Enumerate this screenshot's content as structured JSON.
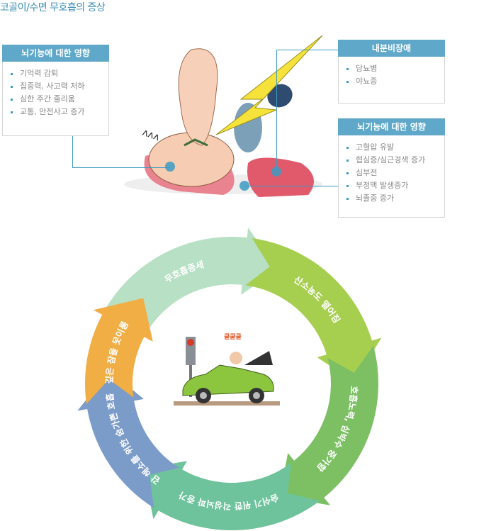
{
  "title": "코골이/수면 무호흡의 증상",
  "boxes": {
    "brain": {
      "header": "뇌기능에 대한 영향",
      "items": [
        "기억력 감퇴",
        "집중력, 사고력 저하",
        "심한 주간 졸리움",
        "교통, 안전사고 증가"
      ]
    },
    "endocrine": {
      "header": "내분비장애",
      "items": [
        "당뇨병",
        "야뇨증"
      ]
    },
    "cardio": {
      "header": "뇌기능에 대한 영향",
      "items": [
        "고혈압 유발",
        "협심증/심근경색 증가",
        "심부전",
        "부정맥 발생증가",
        "뇌졸중 증가"
      ]
    }
  },
  "cycle": {
    "steps": [
      {
        "label": "무호흡증세",
        "color": "#b7e0c4"
      },
      {
        "label": "산소농도 떨어짐",
        "color": "#a7cf4f"
      },
      {
        "label": "호흡노력, 심박수 증가함",
        "color": "#7cc063"
      },
      {
        "label": "숨쉬기 위한 각성뇌파 증가",
        "color": "#6ec39c"
      },
      {
        "label": "질식감 해소를 위한 숨가쁜 호흡증가",
        "color": "#7b9bc9"
      },
      {
        "label": "깊은 잠을 못이룸",
        "color": "#f0ae44"
      }
    ],
    "car_sound": "쿨쿨쿨"
  }
}
